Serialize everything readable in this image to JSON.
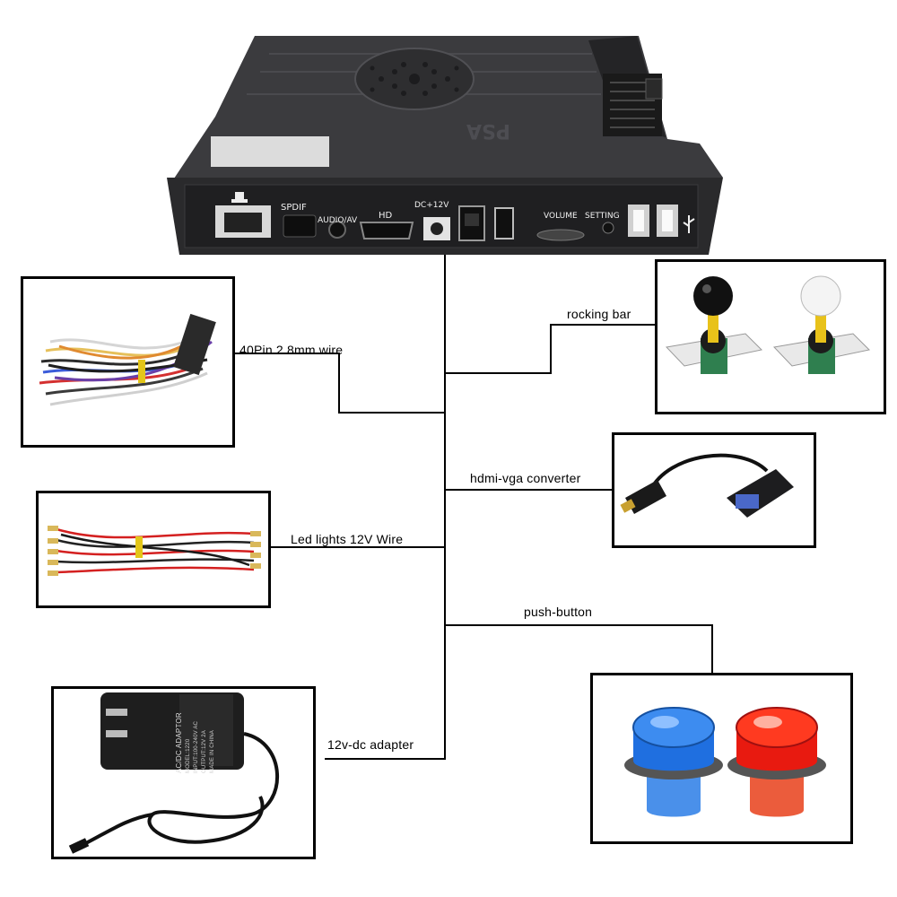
{
  "device": {
    "logo": "PSA",
    "ports": {
      "spdif": "SPDIF",
      "audio_av": "AUDIO/AV",
      "hd": "HD",
      "dc12v": "DC+12V",
      "volume": "VOLUME",
      "setting": "SETTING"
    }
  },
  "accessories": {
    "wire_40pin": "40Pin 2.8mm wire",
    "rocking_bar": "rocking bar",
    "hdmi_vga": "hdmi-vga converter",
    "led_wire": "Led lights 12V Wire",
    "push_button": "push-button",
    "dc_adapter": "12v-dc adapter"
  },
  "adapter_print": {
    "title": "AC/DC ADAPTOR",
    "model": "MODEL:1220",
    "input": "INPUT:100-240V AC",
    "output": "OUTPUT:12V 2A",
    "origin": "MADE IN CHINA"
  },
  "colors": {
    "device_body": "#2b2b2d",
    "line": "#000000",
    "wire_red": "#d42020",
    "button_blue": "#1f6fe0",
    "button_red": "#e81a10",
    "joystick_yellow": "#e8c21a"
  }
}
